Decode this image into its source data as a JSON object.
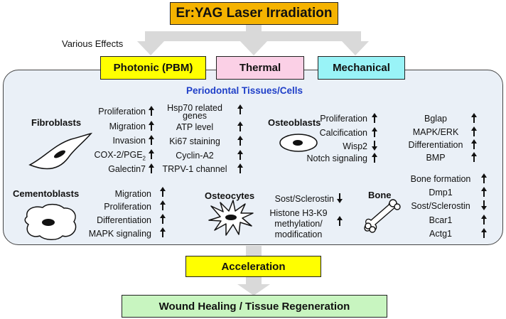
{
  "top": {
    "title": "Er:YAG Laser Irradiation",
    "various": "Various Effects"
  },
  "effects": {
    "photonic": "Photonic (PBM)",
    "thermal": "Thermal",
    "mechanical": "Mechanical"
  },
  "panel_title": "Periodontal Tissues/Cells",
  "fibroblasts": {
    "label": "Fibroblasts",
    "left": [
      "Proliferation",
      "Migration",
      "Invasion",
      "COX-2/PGE",
      "Galectin7"
    ],
    "cox_sub": "2",
    "right": [
      "Hsp70 related",
      "genes",
      "ATP level",
      "Ki67 staining",
      "Cyclin-A2",
      "TRPV-1 channel"
    ]
  },
  "osteoblasts": {
    "label": "Osteoblasts",
    "left": [
      "Proliferation",
      "Calcification",
      "Wisp2",
      "Notch signaling"
    ],
    "right": [
      "Bglap",
      "MAPK/ERK",
      "Differentiation",
      "BMP"
    ]
  },
  "cementoblasts": {
    "label": "Cementoblasts",
    "items": [
      "Migration",
      "Proliferation",
      "Differentiation",
      "MAPK signaling"
    ]
  },
  "osteocytes": {
    "label": "Osteocytes",
    "items": [
      "Sost/Sclerostin",
      "Histone H3-K9",
      "methylation/",
      "modification"
    ]
  },
  "bone": {
    "label": "Bone",
    "items": [
      "Bone formation",
      "Dmp1",
      "Sost/Sclerostin",
      "Bcar1",
      "Actg1"
    ]
  },
  "bottom": {
    "acceleration": "Acceleration",
    "result": "Wound Healing / Tissue Regeneration"
  },
  "colors": {
    "orange": "#f5b300",
    "yellow": "#ffff00",
    "pink": "#fbd0e6",
    "cyan": "#99f3f7",
    "green": "#c8f5c0",
    "panel": "#eaf0f7",
    "blue": "#1f3fc8",
    "arrow_gray": "#d9d9d9"
  }
}
